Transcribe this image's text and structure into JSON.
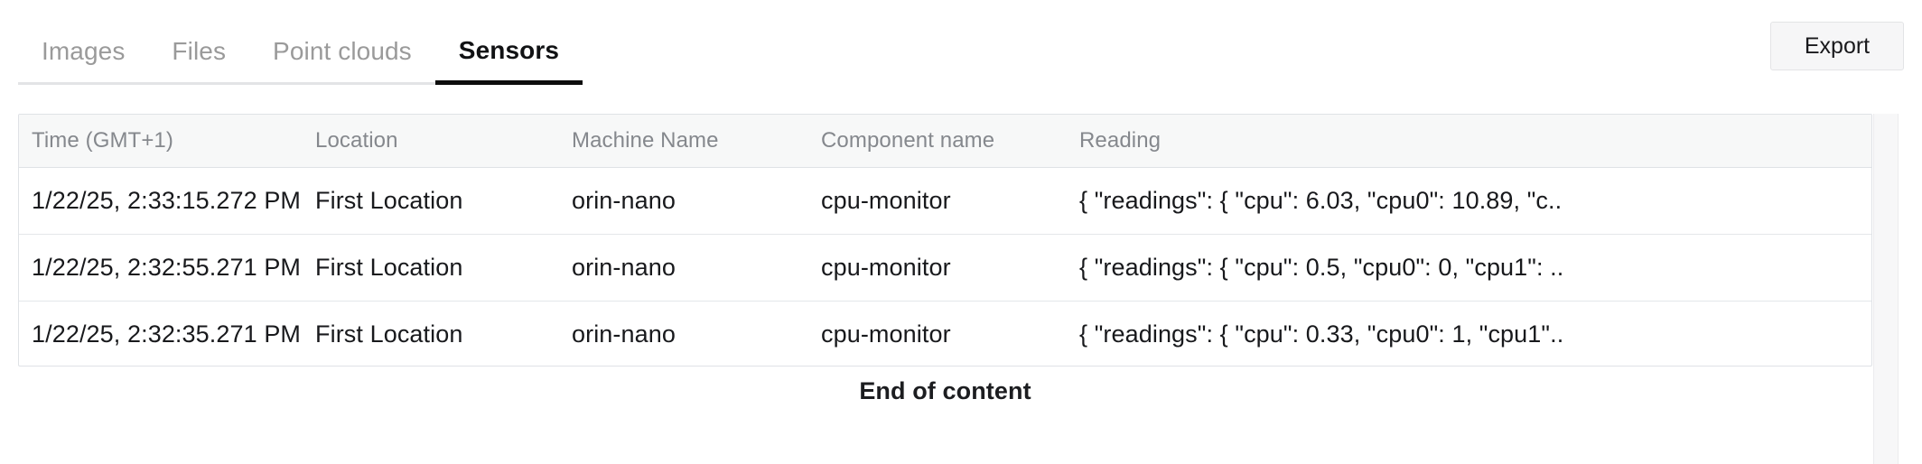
{
  "tabs": {
    "items": [
      {
        "id": "images",
        "label": "Images",
        "active": false
      },
      {
        "id": "files",
        "label": "Files",
        "active": false
      },
      {
        "id": "point-clouds",
        "label": "Point clouds",
        "active": false
      },
      {
        "id": "sensors",
        "label": "Sensors",
        "active": true
      }
    ],
    "active_id": "sensors"
  },
  "toolbar": {
    "export_label": "Export"
  },
  "table": {
    "columns": [
      {
        "key": "time",
        "label": "Time (GMT+1)"
      },
      {
        "key": "location",
        "label": "Location"
      },
      {
        "key": "machine",
        "label": "Machine Name"
      },
      {
        "key": "component",
        "label": "Component name"
      },
      {
        "key": "reading",
        "label": "Reading"
      }
    ],
    "rows": [
      {
        "time": "1/22/25, 2:33:15.272 PM",
        "location": "First Location",
        "machine": "orin-nano",
        "component": "cpu-monitor",
        "reading": "{ \"readings\": { \"cpu\": 6.03, \"cpu0\": 10.89, \"c.."
      },
      {
        "time": "1/22/25, 2:32:55.271 PM",
        "location": "First Location",
        "machine": "orin-nano",
        "component": "cpu-monitor",
        "reading": "{ \"readings\": { \"cpu\": 0.5, \"cpu0\": 0, \"cpu1\": .."
      },
      {
        "time": "1/22/25, 2:32:35.271 PM",
        "location": "First Location",
        "machine": "orin-nano",
        "component": "cpu-monitor",
        "reading": "{ \"readings\": { \"cpu\": 0.33, \"cpu0\": 1, \"cpu1\".."
      }
    ]
  },
  "footer": {
    "end_of_content_label": "End of content"
  },
  "colors": {
    "active_tab_underline": "#0d0d0d",
    "inactive_tab_text": "#9a9a9a",
    "active_tab_text": "#111214",
    "header_bg": "#f7f8f8",
    "header_text": "#85888d",
    "border": "#dfe2e6",
    "body_text": "#18191c",
    "export_bg": "#f6f6f7",
    "scrollbar_track": "#f7f7f8"
  }
}
